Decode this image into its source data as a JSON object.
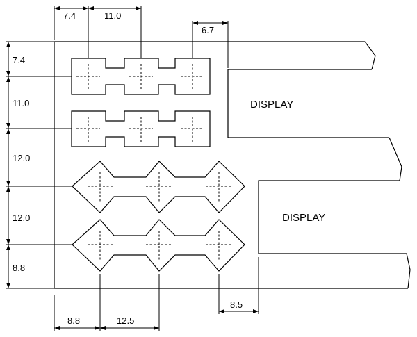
{
  "labels": {
    "display_top": "DISPLAY",
    "display_bottom": "DISPLAY"
  },
  "dimensions": {
    "top_left": "7.4",
    "top_middle": "11.0",
    "top_right": "6.7",
    "left_1": "7.4",
    "left_2": "11.0",
    "left_3": "12.0",
    "left_4": "12.0",
    "left_5": "8.8",
    "bottom_left": "8.8",
    "bottom_middle": "12.5",
    "bottom_right": "8.5"
  }
}
